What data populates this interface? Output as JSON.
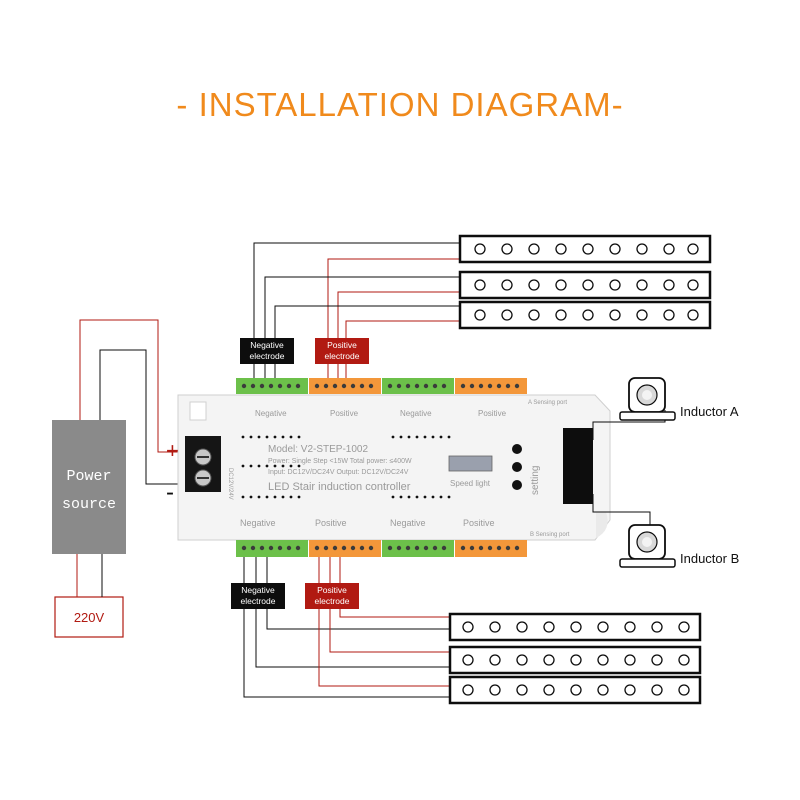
{
  "title": "- INSTALLATION DIAGRAM-",
  "labels": {
    "negative_electrode": "Negative electrode",
    "positive_electrode": "Positive electrode",
    "power_source": "Power source",
    "voltage": "220V",
    "inductor_a": "Inductor A",
    "inductor_b": "Inductor B",
    "plus": "+",
    "minus": "-"
  },
  "controller": {
    "model": "Model: V2-STEP-1002",
    "power": "Power: Single Step <15W Total power: ≤400W",
    "io": "Input: DC12V/DC24V Output: DC12V/DC24V",
    "name": "LED Stair induction controller",
    "speed_light": "Speed light",
    "setting": "setting",
    "a_sensing_port": "A Sensing port",
    "b_sensing_port": "B Sensing port",
    "dc_input": "DC12V/24V",
    "negative": "Negative",
    "positive": "Positive"
  },
  "colors": {
    "title": "#f08a1c",
    "positive": "#b11a12",
    "negative": "#0d0d0d",
    "terminal_green": "#6cc04a",
    "terminal_orange": "#f3973a",
    "power_box": "#8a8a8a"
  }
}
